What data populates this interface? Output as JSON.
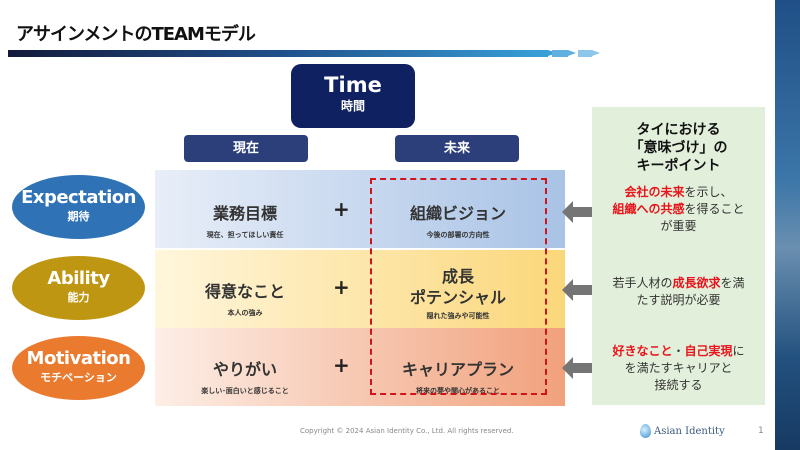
{
  "title": "アサインメントのTEAMモデル",
  "time": {
    "label": "Time",
    "sub": "時間"
  },
  "headers": {
    "present": "現在",
    "future": "未来"
  },
  "rows": [
    {
      "name": "Expectation",
      "sub": "期待",
      "color": "#2f73b6",
      "present": "業務目標",
      "present_sub": "現在、担ってほしい責任",
      "future": "組織ビジョン",
      "future_sub": "今後の部署の方向性"
    },
    {
      "name": "Ability",
      "sub": "能力",
      "color": "#bf9612",
      "present": "得意なこと",
      "present_sub": "本人の強み",
      "future": "成長\nポテンシャル",
      "future_sub": "隠れた強みや可能性"
    },
    {
      "name": "Motivation",
      "sub": "モチベーション",
      "color": "#ea7a2e",
      "present": "やりがい",
      "present_sub": "楽しい･面白いと感じること",
      "future": "キャリアプラン",
      "future_sub": "将来の夢や関心があること"
    }
  ],
  "plus": "+",
  "panel": {
    "heading1": "タイにおける",
    "heading2": "「意味づけ」の",
    "heading3": "キーポイント",
    "p1": {
      "r1": "会社の未来",
      "t1": "を示し、",
      "r2": "組織への共感",
      "t2": "を得ること",
      "t3": "が重要"
    },
    "p2": {
      "t1": "若手人材の",
      "r1": "成長欲求",
      "t2": "を満",
      "t3": "たす説明が必要"
    },
    "p3": {
      "r1": "好きなこと",
      "t1": "・",
      "r2": "自己実現",
      "t2": "に",
      "t3": "を満たすキャリアと",
      "t4": "接続する"
    }
  },
  "footer": {
    "copyright": "Copyright © 2024 Asian Identity Co., Ltd. All rights reserved.",
    "logo": "Asian Identity",
    "page": "1"
  }
}
